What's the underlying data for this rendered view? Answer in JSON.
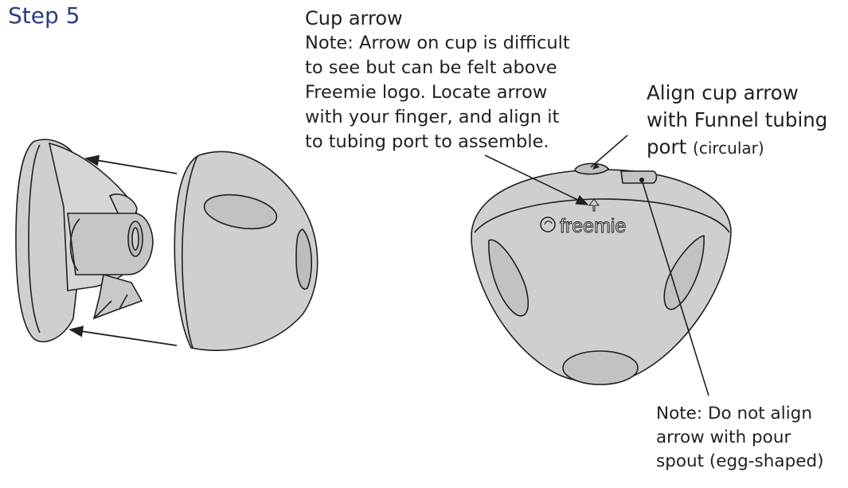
{
  "diagram": {
    "step_title": "Step 5",
    "cup_arrow": {
      "title": "Cup arrow",
      "note_lines": [
        "Note: Arrow on cup is difficult",
        "to see but can be felt above",
        "Freemie logo. Locate arrow",
        "with your finger, and align it",
        "to tubing port to assemble."
      ]
    },
    "align": {
      "line1": "Align cup arrow",
      "line2": "with Funnel tubing",
      "line3_main": "port",
      "line3_small": "(circular)"
    },
    "pour_spout_note": {
      "lines": [
        "Note: Do not align",
        "arrow with pour",
        "spout (egg-shaped)"
      ]
    },
    "logo_text": "freemie"
  },
  "colors": {
    "part_fill": "#cfcfd0",
    "part_shade": "#b9b9ba",
    "outline": "#231f20",
    "step_title": "#2e3a87"
  }
}
